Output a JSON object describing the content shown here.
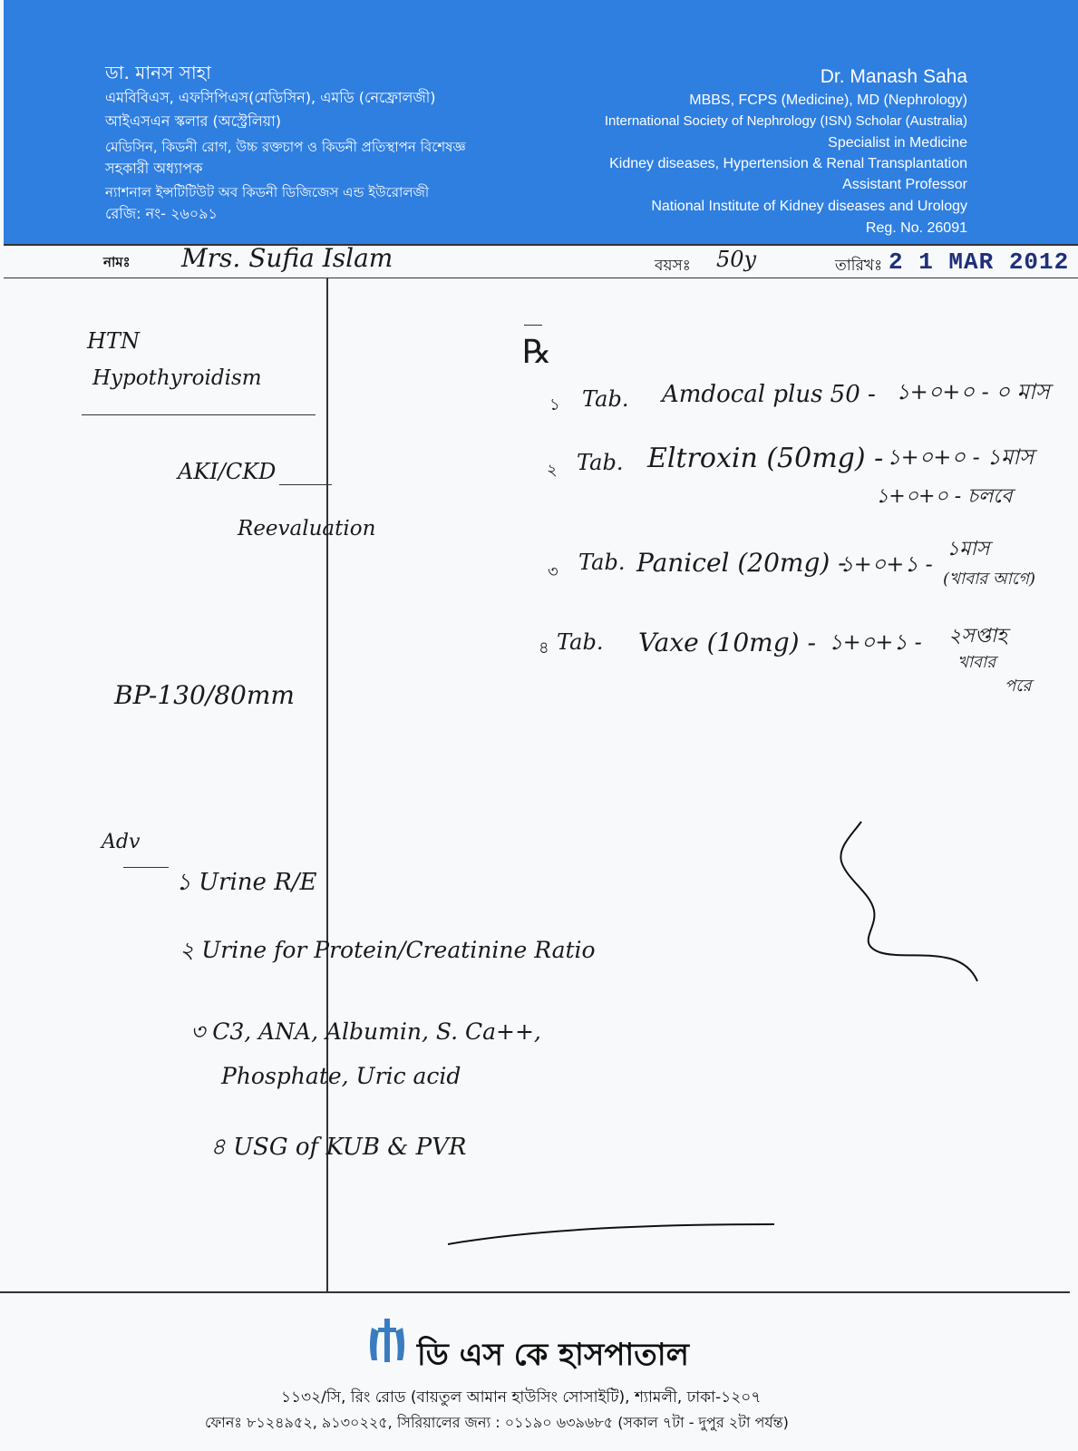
{
  "header": {
    "left": {
      "name": "ডা. মানস সাহা",
      "degrees": "এমবিবিএস, এফসিপিএস(মেডিসিন), এমডি (নেফ্রোলজী)",
      "scholar": "আইএসএন স্কলার (অস্ট্রেলিয়া)",
      "specialty": "মেডিসিন, কিডনী রোগ, উচ্চ রক্তচাপ ও কিডনী প্রতিস্থাপন বিশেষজ্ঞ",
      "position": "সহকারী অধ্যাপক",
      "institute": "ন্যাশনাল ইন্সটিটিউট অব কিডনী ডিজিজেস এন্ড ইউরোলজী",
      "reg": "রেজি: নং- ২৬০৯১"
    },
    "right": {
      "name": "Dr. Manash Saha",
      "degrees": "MBBS, FCPS (Medicine), MD (Nephrology)",
      "scholar": "International Society of Nephrology (ISN) Scholar (Australia)",
      "specialty1": "Specialist in Medicine",
      "specialty2": "Kidney diseases, Hypertension & Renal Transplantation",
      "position": "Assistant Professor",
      "institute": "National Institute of Kidney diseases and Urology",
      "reg": "Reg. No. 26091"
    },
    "color": "#2f7fe0"
  },
  "patient": {
    "name_label": "নামঃ",
    "name_value": "Mrs. Sufia Islam",
    "age_label": "বয়সঃ",
    "age_value": "50y",
    "date_label": "তারিখঃ",
    "date_value": "2 1 MAR 2012"
  },
  "left_notes": {
    "htn": "HTN",
    "hypothyroid": "Hypothyroidism",
    "aki": "AKI/CKD",
    "reevaluation": "Reevaluation",
    "bp": "BP-130/80mm",
    "adv": "Adv",
    "test1": "Urine R/E",
    "test2": "Urine for Protein/Creatinine Ratio",
    "test3a": "C3, ANA, Albumin, S. Ca++,",
    "test3b": "Phosphate, Uric acid",
    "test4": "USG of KUB & PVR"
  },
  "rx": {
    "symbol": "℞",
    "items": [
      {
        "num": "১",
        "form": "Tab.",
        "drug": "Amdocal plus 50 -",
        "dose": "১+০+০ - ০ মাস"
      },
      {
        "num": "২",
        "form": "Tab.",
        "drug": "Eltroxin (50mg) -",
        "dose": "১+০+০ - ১মাস",
        "dose2": "১+০+০ - চলবে"
      },
      {
        "num": "৩",
        "form": "Tab.",
        "drug": "Panicel (20mg) -",
        "dose": "১+০+১ -",
        "note": "১মাস",
        "note2": "(খাবার আগে)"
      },
      {
        "num": "৪",
        "form": "Tab.",
        "drug": "Vaxe (10mg) -",
        "dose": "১+০+১ -",
        "note": "২সপ্তাহ",
        "note2": "খাবার",
        "note3": "পরে"
      }
    ]
  },
  "footer": {
    "hospital": "ডি এস কে হাসপাতাল",
    "address": "১১৩২/সি, রিং রোড (বায়তুল আমান হাউসিং সোসাইটি), শ্যামলী, ঢাকা-১২০৭",
    "phone": "ফোনঃ ৮১২৪৯৫২, ৯১৩০২২৫, সিরিয়ালের জন্য : ০১১৯০ ৬৩৯৬৮৫ (সকাল ৭টা - দুপুর ২টা পর্যন্ত)"
  }
}
